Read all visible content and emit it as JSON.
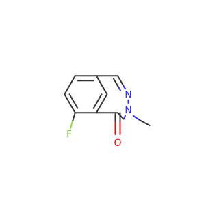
{
  "molecule": {
    "atoms": {
      "nitrogen_a": {
        "symbol": "N",
        "color": "#3333ff"
      },
      "nitrogen_b": {
        "symbol": "N",
        "color": "#3333ff"
      },
      "oxygen": {
        "symbol": "O",
        "color": "#ff0000"
      },
      "fluorine": {
        "symbol": "F",
        "color": "#8fd14f"
      }
    },
    "bond_color": "#333333",
    "background": "#ffffff"
  }
}
